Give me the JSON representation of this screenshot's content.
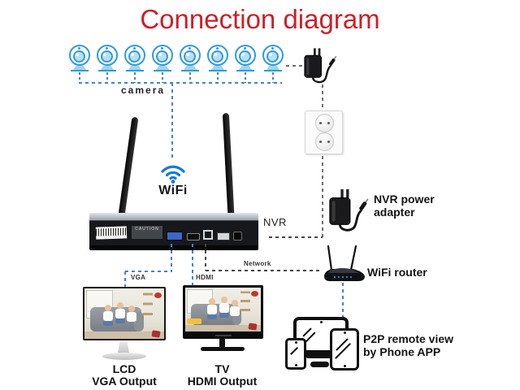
{
  "title": "Connection diagram",
  "colors": {
    "title_red": "#cd2026",
    "camera_blue": "#2f9cd9",
    "line_blue": "#4a7fc1",
    "line_gray": "#6f6f6f",
    "wifi_blue": "#1a7ad4",
    "flower_red": "#c0392b"
  },
  "cameras": {
    "count": 8,
    "label": "camera"
  },
  "nvr": {
    "label": "NVR",
    "wifi_label": "WiFi",
    "caution": "CAUTION"
  },
  "outputs": {
    "vga_tag": "VGA",
    "hdmi_tag": "HDMI",
    "lcd_title": "LCD",
    "lcd_subtitle": "VGA Output",
    "tv_title": "TV",
    "tv_subtitle": "HDMI Output"
  },
  "network": {
    "tag": "Network",
    "router_label": "WiFi router"
  },
  "power": {
    "nvr_adapter_line1": "NVR power",
    "nvr_adapter_line2": "adapter"
  },
  "remote": {
    "line1": "P2P remote view",
    "line2": "by Phone APP"
  },
  "icons": [
    "camera-icon",
    "power-adapter-icon",
    "wall-socket-icon",
    "wifi-icon",
    "nvr-device-icon",
    "antenna-icon",
    "router-icon",
    "lcd-monitor-icon",
    "tv-icon",
    "desktop-icon",
    "phone-icon",
    "tablet-icon"
  ]
}
